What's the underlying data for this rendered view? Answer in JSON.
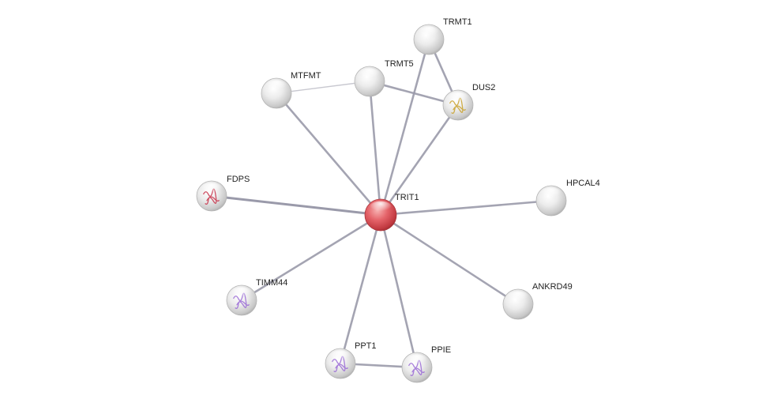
{
  "nodes": [
    {
      "id": "TRIT1",
      "label": "TRIT1",
      "query": true,
      "structure": null
    },
    {
      "id": "TRMT1",
      "label": "TRMT1",
      "query": false,
      "structure": null
    },
    {
      "id": "TRMT5",
      "label": "TRMT5",
      "query": false,
      "structure": null
    },
    {
      "id": "MTFMT",
      "label": "MTFMT",
      "query": false,
      "structure": null
    },
    {
      "id": "DUS2",
      "label": "DUS2",
      "query": false,
      "structure": "gold"
    },
    {
      "id": "FDPS",
      "label": "FDPS",
      "query": false,
      "structure": "red"
    },
    {
      "id": "HPCAL4",
      "label": "HPCAL4",
      "query": false,
      "structure": null
    },
    {
      "id": "TIMM44",
      "label": "TIMM44",
      "query": false,
      "structure": "purple"
    },
    {
      "id": "ANKRD49",
      "label": "ANKRD49",
      "query": false,
      "structure": null
    },
    {
      "id": "PPT1",
      "label": "PPT1",
      "query": false,
      "structure": "purple"
    },
    {
      "id": "PPIE",
      "label": "PPIE",
      "query": false,
      "structure": "purple"
    }
  ],
  "edges": [
    {
      "source": "TRIT1",
      "target": "TRMT1",
      "strength": "medium"
    },
    {
      "source": "TRIT1",
      "target": "TRMT5",
      "strength": "medium"
    },
    {
      "source": "TRIT1",
      "target": "MTFMT",
      "strength": "medium"
    },
    {
      "source": "TRIT1",
      "target": "DUS2",
      "strength": "medium"
    },
    {
      "source": "TRIT1",
      "target": "FDPS",
      "strength": "strong"
    },
    {
      "source": "TRIT1",
      "target": "HPCAL4",
      "strength": "medium"
    },
    {
      "source": "TRIT1",
      "target": "TIMM44",
      "strength": "medium"
    },
    {
      "source": "TRIT1",
      "target": "ANKRD49",
      "strength": "medium"
    },
    {
      "source": "TRIT1",
      "target": "PPT1",
      "strength": "medium"
    },
    {
      "source": "TRIT1",
      "target": "PPIE",
      "strength": "medium"
    },
    {
      "source": "TRMT1",
      "target": "DUS2",
      "strength": "medium"
    },
    {
      "source": "TRMT5",
      "target": "DUS2",
      "strength": "medium"
    },
    {
      "source": "MTFMT",
      "target": "TRMT5",
      "strength": "weak"
    },
    {
      "source": "PPT1",
      "target": "PPIE",
      "strength": "medium"
    }
  ],
  "colors": {
    "query_node": "#d9434a",
    "node": "#e4e4e4",
    "edge": "#9a9aaa",
    "structure_red": "#c8324a",
    "structure_gold": "#c9a12a",
    "structure_purple": "#9a6ad6"
  }
}
